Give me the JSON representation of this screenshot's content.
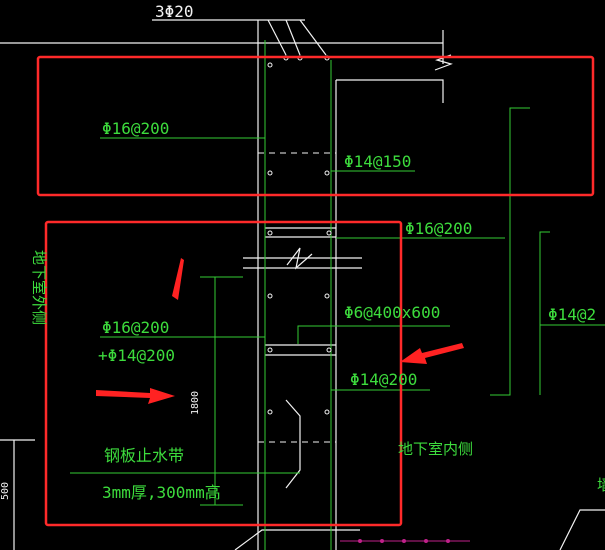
{
  "colors": {
    "background": "#000000",
    "line_white": "#f2f2f2",
    "line_green": "#33cc33",
    "text_green": "#3ddc3d",
    "box_red": "#ff2a2a",
    "arrow_red": "#ff2222",
    "accent_magenta": "#c0208a"
  },
  "labels": {
    "top_bars": "3Φ20",
    "upper_left_bar": "Φ16@200",
    "upper_mid_bar": "Φ14@150",
    "right_bar": "Φ16@200",
    "exterior_side": "地下室外侧",
    "tie_bar": "Φ6@400x600",
    "far_right_bar": "Φ14@2",
    "left_bar_line1": "Φ16@200",
    "left_bar_line2": "+Φ14@200",
    "inner_bar": "Φ14@200",
    "height_dim": "1800",
    "waterstop_line1": "钢板止水带",
    "waterstop_line2": "3mm厚,300mm高",
    "interior_side": "地下室内侧",
    "edge_dim": "500",
    "edge_char": "墙"
  }
}
